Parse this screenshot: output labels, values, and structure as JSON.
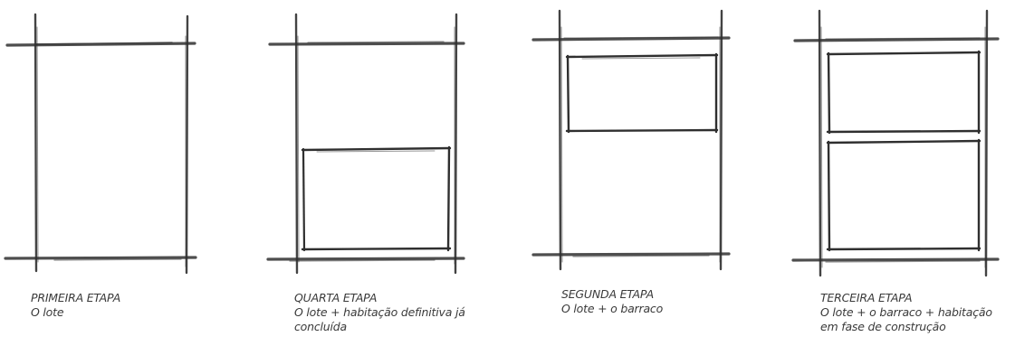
{
  "stages": [
    {
      "title": "PRIMEIRA ETAPA",
      "description": "O lote"
    },
    {
      "title": "QUARTA ETAPA",
      "description": "O lote + habitação definitiva já\nconcluída"
    },
    {
      "title": "SEGUNDA ETAPA",
      "description": "O lote + o barraco"
    },
    {
      "title": "TERCEIRA ETAPA",
      "description": "O lote + o barraco + habitação\nem fase de construção"
    }
  ],
  "colors": {
    "stroke": "#2f2f2f",
    "text": "#3a3a3a"
  },
  "icons": {
    "lot": "lot-outline-icon",
    "shack": "shack-rectangle-icon",
    "house": "house-rectangle-icon"
  }
}
